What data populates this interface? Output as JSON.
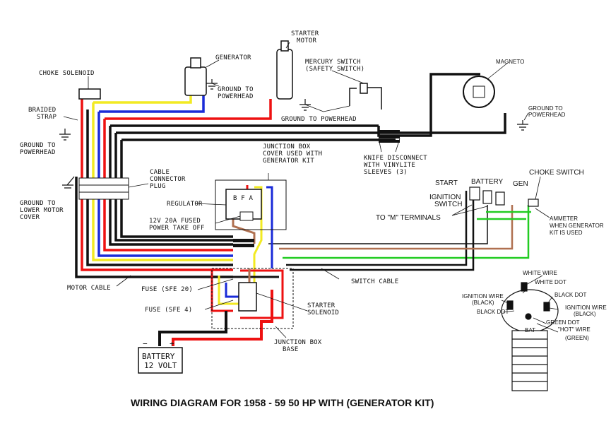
{
  "title": "WIRING DIAGRAM FOR 1958 - 59  50 HP WITH (GENERATOR KIT)",
  "labels": {
    "choke_solenoid": "CHOKE SOLENOID",
    "braided_strap_1": "BRAIDED",
    "braided_strap_2": "STRAP",
    "ground_powerhead_left_1": "GROUND TO",
    "ground_powerhead_left_2": "POWERHEAD",
    "ground_lower_motor_1": "GROUND TO",
    "ground_lower_motor_2": "LOWER MOTOR",
    "ground_lower_motor_3": "COVER",
    "generator": "GENERATOR",
    "ground_powerhead_gen_1": "GROUND TO",
    "ground_powerhead_gen_2": "POWERHEAD",
    "starter_motor_1": "STARTER",
    "starter_motor_2": "MOTOR",
    "mercury_switch_1": "MERCURY SWITCH",
    "mercury_switch_2": "(SAFETY SWITCH)",
    "ground_powerhead_mid": "GROUND TO POWERHEAD",
    "magneto": "MAGNETO",
    "ground_powerhead_right_1": "GROUND TO",
    "ground_powerhead_right_2": "POWERHEAD",
    "junction_cover_1": "JUNCTION BOX",
    "junction_cover_2": "COVER USED WITH",
    "junction_cover_3": "GENERATOR KIT",
    "knife_disconnect_1": "KNIFE DISCONNECT",
    "knife_disconnect_2": "WITH VINYLITE",
    "knife_disconnect_3": "SLEEVES (3)",
    "cable_connector_1": "CABLE",
    "cable_connector_2": "CONNECTOR",
    "cable_connector_3": "PLUG",
    "regulator": "REGULATOR",
    "regulator_bfa": "B F A",
    "fused_takeoff_1": "12V 20A FUSED",
    "fused_takeoff_2": "POWER TAKE OFF",
    "start": "START",
    "battery_top": "BATTERY",
    "gen": "GEN",
    "ignition_switch_1": "IGNITION",
    "ignition_switch_2": "SWITCH",
    "choke_switch": "CHOKE SWITCH",
    "to_m_terminals": "TO \"M\" TERMINALS",
    "ammeter_1": "AMMETER",
    "ammeter_2": "WHEN GENERATOR",
    "ammeter_3": "KIT IS USED",
    "motor_cable": "MOTOR CABLE",
    "switch_cable": "SWITCH CABLE",
    "fuse_20": "FUSE (SFE 20)",
    "fuse_4": "FUSE (SFE 4)",
    "starter_solenoid_1": "STARTER",
    "starter_solenoid_2": "SOLENOID",
    "junction_base_1": "JUNCTION BOX",
    "junction_base_2": "BASE",
    "battery_1": "BATTERY",
    "battery_2": "12 VOLT",
    "white_wire": "WHITE WIRE",
    "white_dot": "WHITE DOT",
    "black_dot_1": "BLACK DOT",
    "ignition_wire_black_1": "IGNITION WIRE",
    "ignition_wire_black_2": "(BLACK)",
    "black_dot_2": "BLACK DOT",
    "ignition_wire_right_1": "IGNITION WIRE",
    "ignition_wire_right_2": "(BLACK)",
    "green_dot": "GREEN DOT",
    "bat": "BAT",
    "hot_wire_1": "\"HOT\" WIRE",
    "hot_wire_2": "(GREEN)"
  },
  "colors": {
    "black": "#111111",
    "red": "#ee1111",
    "yellow": "#f2ea22",
    "blue": "#1a2bd8",
    "green": "#22cc22",
    "brown": "#b07050"
  }
}
